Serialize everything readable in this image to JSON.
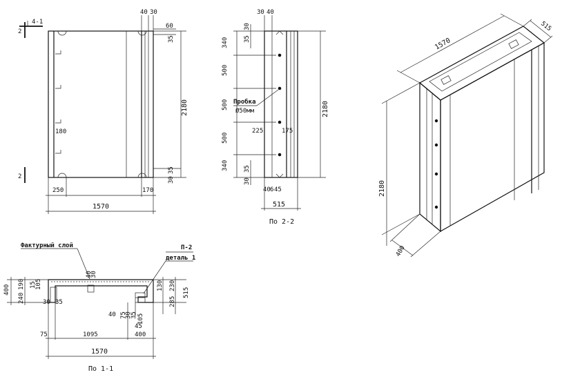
{
  "front_view": {
    "section_mark_top": "4-1",
    "section_mark_top_num": "1",
    "section_mark_side_top": "2",
    "section_mark_side_bottom": "2",
    "dims": {
      "top_40": "40",
      "top_30": "30",
      "top_60": "60",
      "top_right_35": "35",
      "height": "2180",
      "bottom_35": "35",
      "bottom_30": "30",
      "inner_180": "180",
      "bottom_250": "250",
      "bottom_170": "170",
      "width": "1570"
    }
  },
  "side_view": {
    "dims": {
      "top_30": "30",
      "top_40": "40",
      "left_340a": "340",
      "left_35a": "35",
      "left_30a": "30",
      "left_500a": "500",
      "left_500b": "500",
      "left_500c": "500",
      "left_340b": "340",
      "left_35b": "35",
      "left_30b": "30",
      "mid_225": "225",
      "mid_175": "175",
      "height": "2180",
      "bot_40": "40",
      "bot_6": "6",
      "bot_45": "45",
      "bot_515": "515"
    },
    "plug_label": "Пробка",
    "plug_size": "Ø50мм",
    "caption": "По 2-2"
  },
  "section_1_1": {
    "label_layer": "Фактурный слой",
    "label_detail_top": "П-2",
    "label_detail_bottom": "деталь 1",
    "dims": {
      "left_400": "400",
      "left_240": "240",
      "left_190": "190",
      "left_15": "15",
      "left_105": "105",
      "top_40": "40",
      "top_30": "30",
      "right_130": "130",
      "right_230": "230",
      "right_515": "515",
      "right_285": "285",
      "inner_30": "30",
      "inner_35": "35",
      "inner_40": "40",
      "inner_75": "75",
      "inner_30b": "30",
      "inner_35b": "35",
      "inner_105": "105",
      "inner_45": "45",
      "bot_75": "75",
      "bot_1095": "1095",
      "bot_400": "400",
      "bot_1570": "1570"
    },
    "caption": "По 1-1"
  },
  "iso_view": {
    "dims": {
      "width": "1570",
      "depth": "515",
      "height": "2180",
      "base": "400"
    }
  }
}
